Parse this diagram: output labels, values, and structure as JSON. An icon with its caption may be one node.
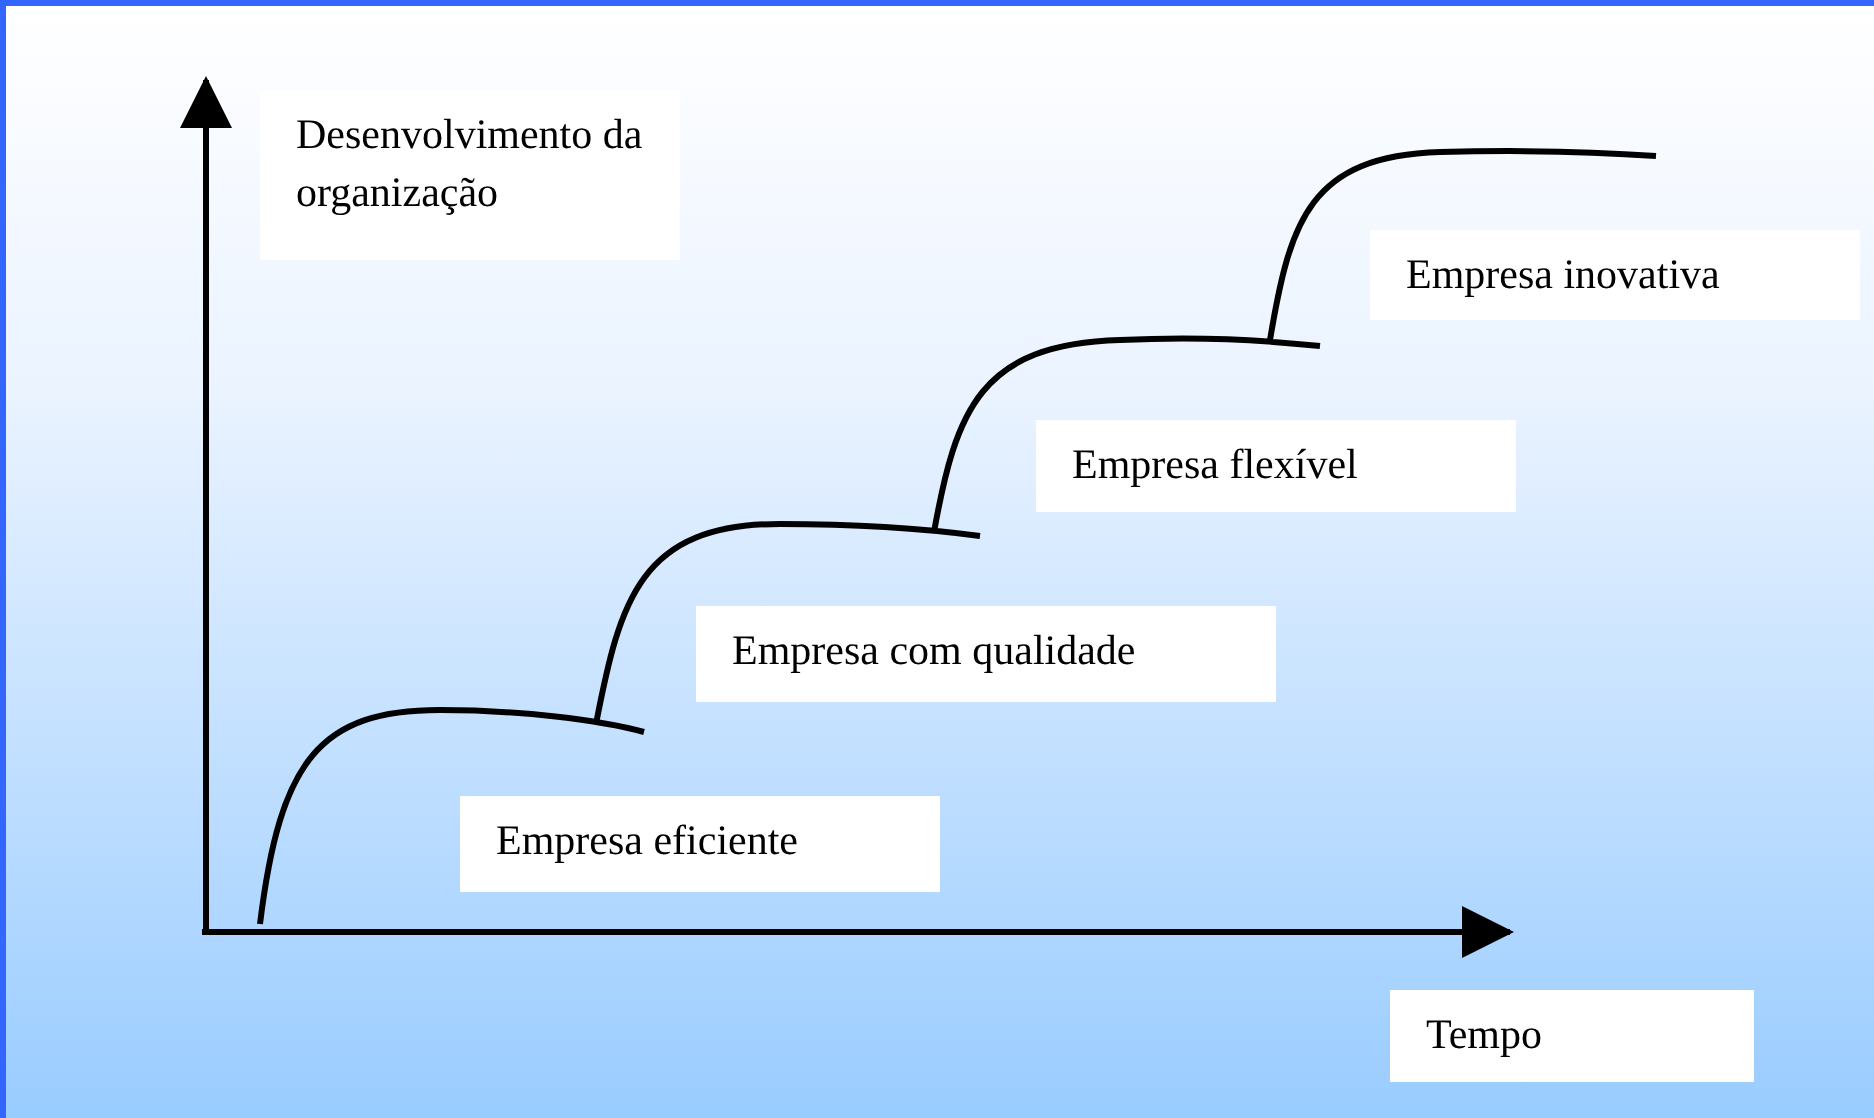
{
  "diagram": {
    "labels": [
      "Desenvolvimento da organização",
      "Empresa inovativa",
      "Empresa flexível",
      "Empresa com qualidade",
      "Empresa eficiente",
      "Tempo"
    ]
  }
}
